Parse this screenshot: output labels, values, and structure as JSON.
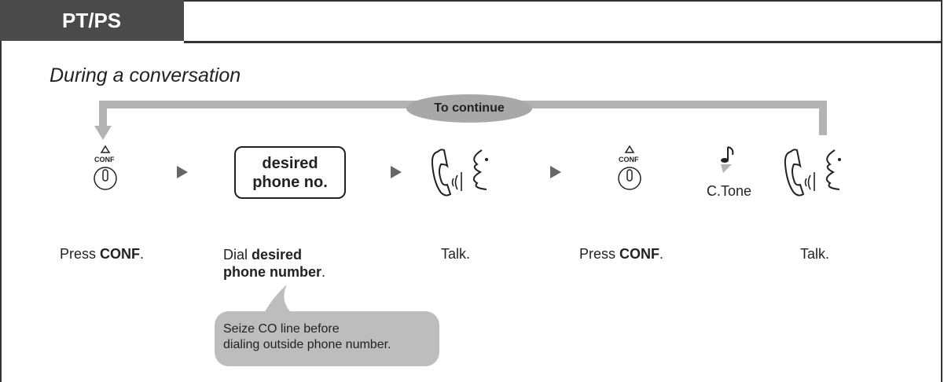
{
  "header": {
    "tab_label": "PT/PS"
  },
  "heading": "During a conversation",
  "loop": {
    "label": "To continue"
  },
  "icons": {
    "conf_1": "CONF",
    "conf_2": "CONF",
    "dial_box_line1": "desired",
    "dial_box_line2": "phone no.",
    "ctone": "C.Tone"
  },
  "steps": [
    {
      "prefix": "Press ",
      "bold": "CONF",
      "suffix": "."
    },
    {
      "prefix": "Dial ",
      "bold": "desired",
      "bold2": "phone number",
      "suffix": "."
    },
    {
      "prefix": "Talk."
    },
    {
      "prefix": "Press ",
      "bold": "CONF",
      "suffix": "."
    },
    {
      "prefix": "Talk."
    }
  ],
  "note": {
    "line1": "Seize CO line before",
    "line2": "dialing outside phone number."
  },
  "colors": {
    "tab": "#4a4a4a",
    "loop_arrow": "#b3b3b3",
    "note_bubble": "#bdbdbd"
  }
}
